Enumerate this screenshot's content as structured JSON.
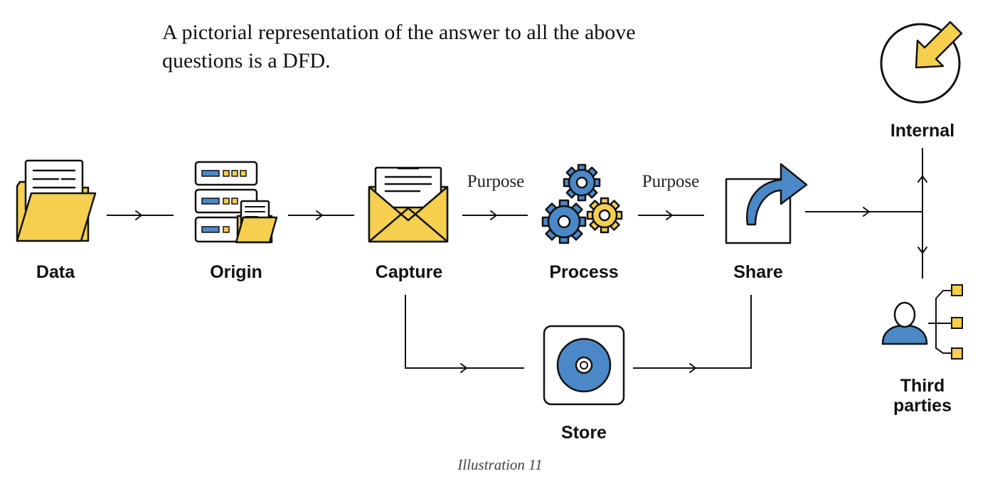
{
  "intro": {
    "line1": "A pictorial representation of the answer to all the above",
    "line2": "questions is a DFD."
  },
  "nodes": {
    "data": "Data",
    "origin": "Origin",
    "capture": "Capture",
    "process": "Process",
    "share": "Share",
    "store": "Store",
    "internal": "Internal",
    "third_parties_line1": "Third",
    "third_parties_line2": "parties"
  },
  "edges": {
    "capture_to_process": "Purpose",
    "process_to_share": "Purpose"
  },
  "caption": "Illustration 11",
  "colors": {
    "yellow": "#f5cf4d",
    "blue": "#4a88c7",
    "outline": "#111111"
  }
}
